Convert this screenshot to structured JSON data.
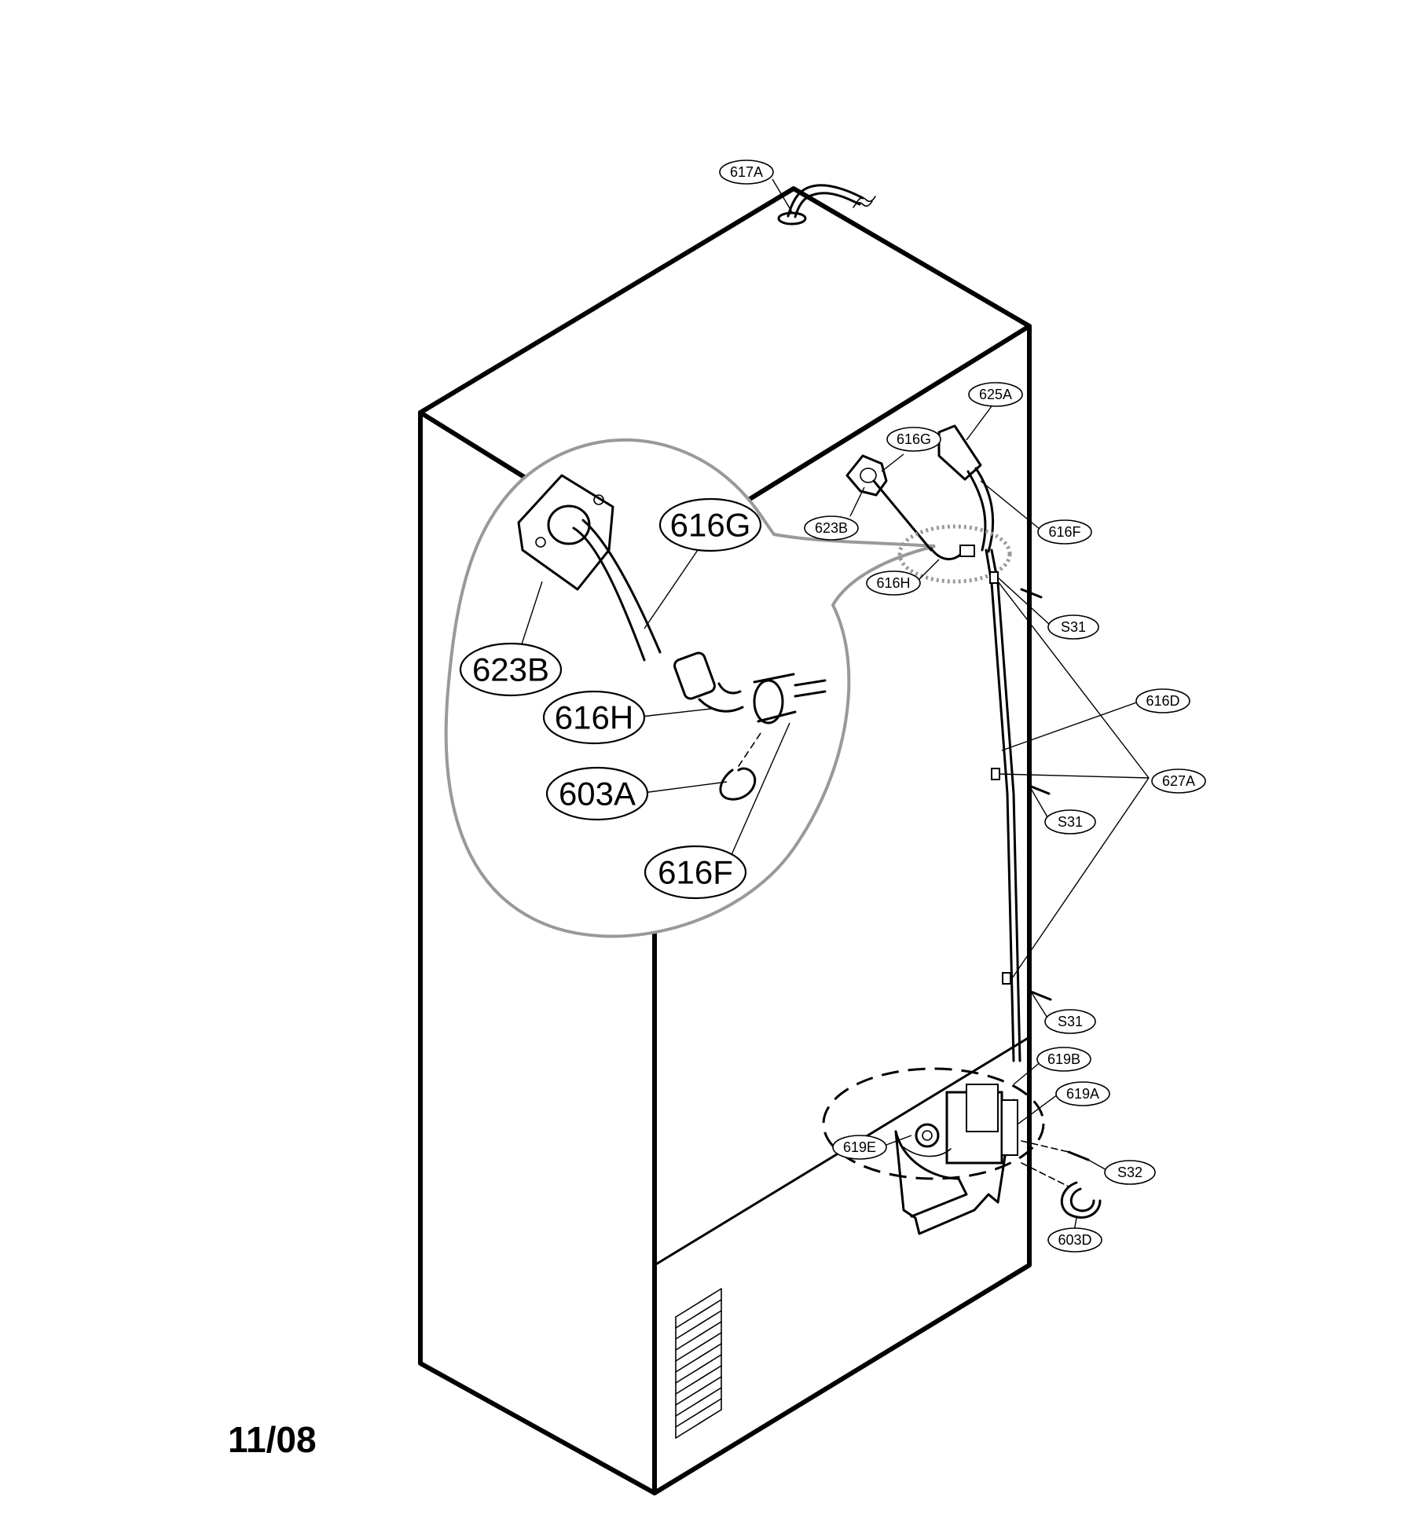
{
  "diagram": {
    "date_code": "11/08",
    "callouts": {
      "c617A": "617A",
      "c625A": "625A",
      "c616G": "616G",
      "c623B": "623B",
      "c616F": "616F",
      "c616H": "616H",
      "cS31a": "S31",
      "c616D": "616D",
      "c627A": "627A",
      "cS31b": "S31",
      "cS31c": "S31",
      "c619B": "619B",
      "c619A": "619A",
      "c619E": "619E",
      "cS32": "S32",
      "c603D": "603D"
    },
    "detail_callouts": {
      "d616G": "616G",
      "d623B": "623B",
      "d616H": "616H",
      "d603A": "603A",
      "d616F": "616F"
    }
  }
}
